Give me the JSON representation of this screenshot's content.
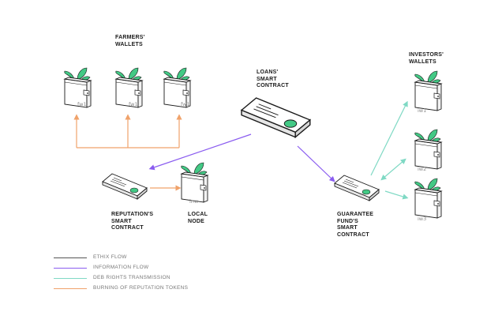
{
  "labels": {
    "farmers_wallets": [
      "FARMERS'",
      "WALLETS"
    ],
    "loans_contract": [
      "LOANS'",
      "SMART",
      "CONTRACT"
    ],
    "investors_wallets": [
      "INVESTORS'",
      "WALLETS"
    ],
    "reputation_contract": [
      "REPUTATION'S",
      "SMART",
      "CONTRACT"
    ],
    "local_node": [
      "LOCAL",
      "NODE"
    ],
    "guarantee_contract": [
      "GUARANTEE",
      "FUND'S",
      "SMART",
      "CONTRACT"
    ]
  },
  "wallet_tags": {
    "farmer": [
      "fw1",
      "fw1",
      "fw1"
    ],
    "local": "lnw",
    "investor": [
      "iw1",
      "iw2",
      "iw3"
    ]
  },
  "legend": [
    {
      "label": "ETHIX FLOW",
      "color": "#555555"
    },
    {
      "label": "INFORMATION FLOW",
      "color": "#8a5cf0"
    },
    {
      "label": "DEB RIGHTS TRANSMISSION",
      "color": "#7fd9c4"
    },
    {
      "label": "BURNING OF REPUTATION TOKENS",
      "color": "#f0a26a"
    }
  ],
  "colors": {
    "ethix": "#555555",
    "information": "#8a5cf0",
    "debt": "#7fd9c4",
    "burning": "#f0a26a",
    "leaf": "#43c985",
    "outline": "#1a1a1a"
  }
}
